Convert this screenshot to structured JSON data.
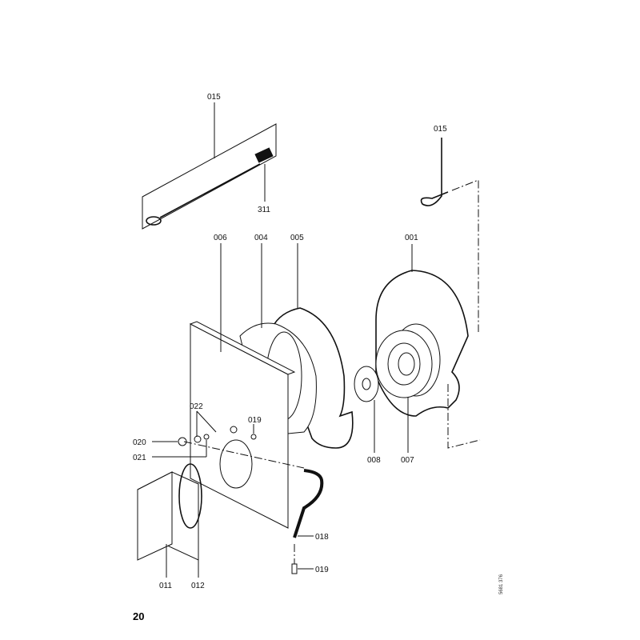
{
  "diagram": {
    "labels": {
      "p015_top": "015",
      "p311": "311",
      "p015_right": "015",
      "p006": "006",
      "p004": "004",
      "p005": "005",
      "p001": "001",
      "p022": "022",
      "p019_top": "019",
      "p020": "020",
      "p021": "021",
      "p008": "008",
      "p007": "007",
      "p018": "018",
      "p019_bottom": "019",
      "p011": "011",
      "p012": "012"
    },
    "page_number": "20",
    "drawing_ref": "5681 376"
  }
}
